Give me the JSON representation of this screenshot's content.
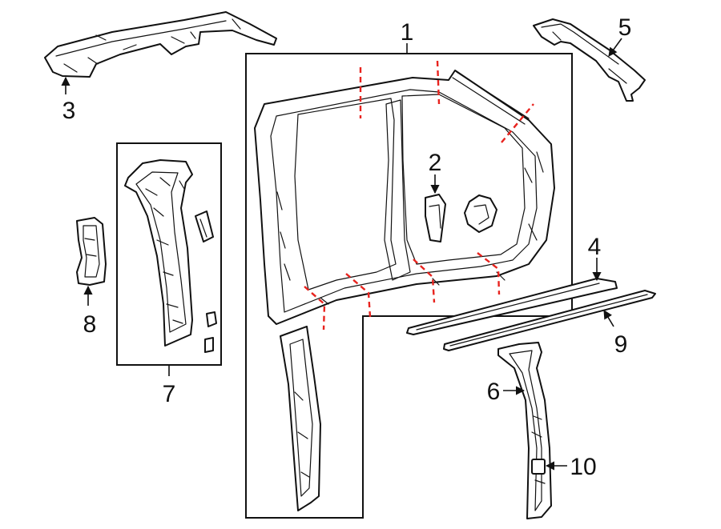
{
  "callouts": {
    "c1": "1",
    "c2": "2",
    "c3": "3",
    "c4": "4",
    "c5": "5",
    "c6": "6",
    "c7": "7",
    "c8": "8",
    "c9": "9",
    "c10": "10"
  },
  "colors": {
    "line": "#111111",
    "cut_line": "#e8231e",
    "background": "#ffffff"
  }
}
